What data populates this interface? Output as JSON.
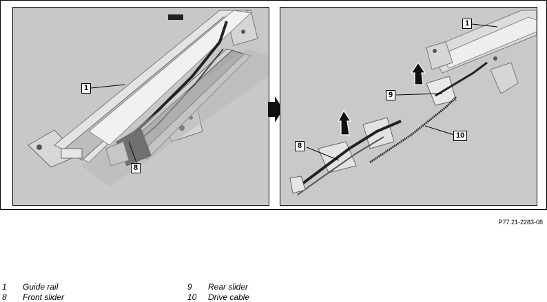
{
  "figure": {
    "callouts": {
      "left": [
        {
          "label": "1"
        },
        {
          "label": "8"
        }
      ],
      "right": [
        {
          "label": "1"
        },
        {
          "label": "9"
        },
        {
          "label": "10"
        },
        {
          "label": "8"
        }
      ]
    },
    "reference_code": "P77.21-2283-08"
  },
  "legend": [
    {
      "number": "1",
      "text": "Guide rail"
    },
    {
      "number": "8",
      "text": "Front slider"
    },
    {
      "number": "9",
      "text": "Rear slider"
    },
    {
      "number": "10",
      "text": "Drive cable"
    }
  ]
}
